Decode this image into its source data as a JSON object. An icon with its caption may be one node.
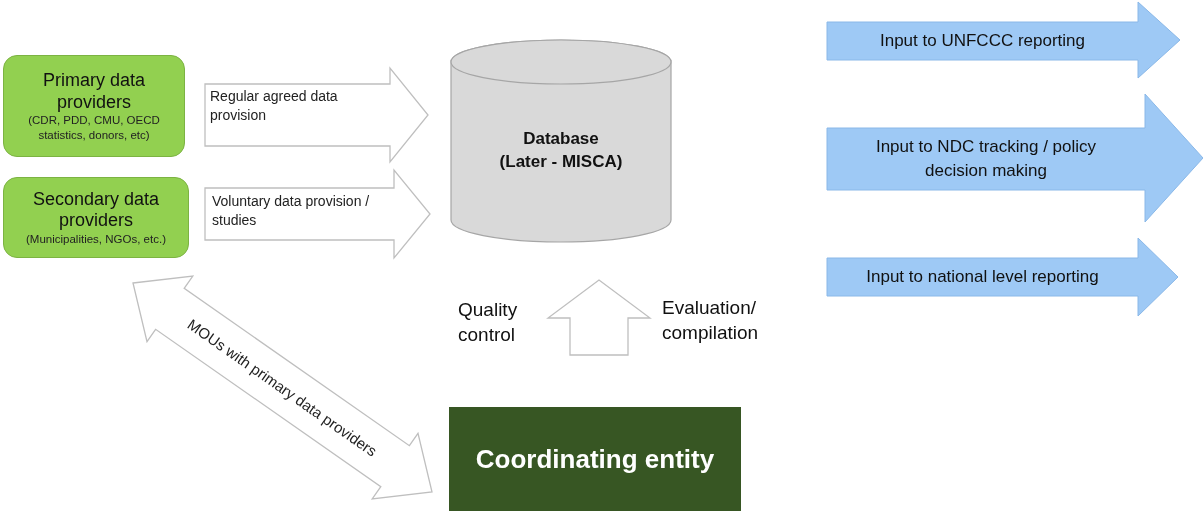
{
  "diagram": {
    "nodes": [
      {
        "text": [
          "Primary data providers",
          "(CDR, PDD, CMU, OECD statistics, donors, etc)"
        ]
      },
      {
        "text": [
          "Secondary data providers",
          "(Municipalities, NGOs, etc.)"
        ]
      },
      {
        "text": [
          "Database",
          "(Later - MISCA)"
        ]
      },
      {
        "text": [
          "Coordinating entity"
        ]
      },
      {
        "text": [
          "Input to UNFCCC reporting"
        ]
      },
      {
        "text": [
          "Input to NDC tracking / policy decision making"
        ]
      },
      {
        "text": [
          "Input to national level reporting"
        ]
      }
    ],
    "edges": [
      {
        "from": 0,
        "to": 2,
        "arrow": "to",
        "label": "Regular agreed data provision"
      },
      {
        "from": 1,
        "to": 2,
        "arrow": "to",
        "label": "Voluntary data provision / studies"
      },
      {
        "from": 3,
        "to": 2,
        "arrow": "to"
      },
      {
        "from": 1,
        "to": 3,
        "arrow": "both",
        "label": "MOUs with primary data providers"
      }
    ],
    "labels": [
      "Quality control",
      "Evaluation/ compilation"
    ]
  }
}
